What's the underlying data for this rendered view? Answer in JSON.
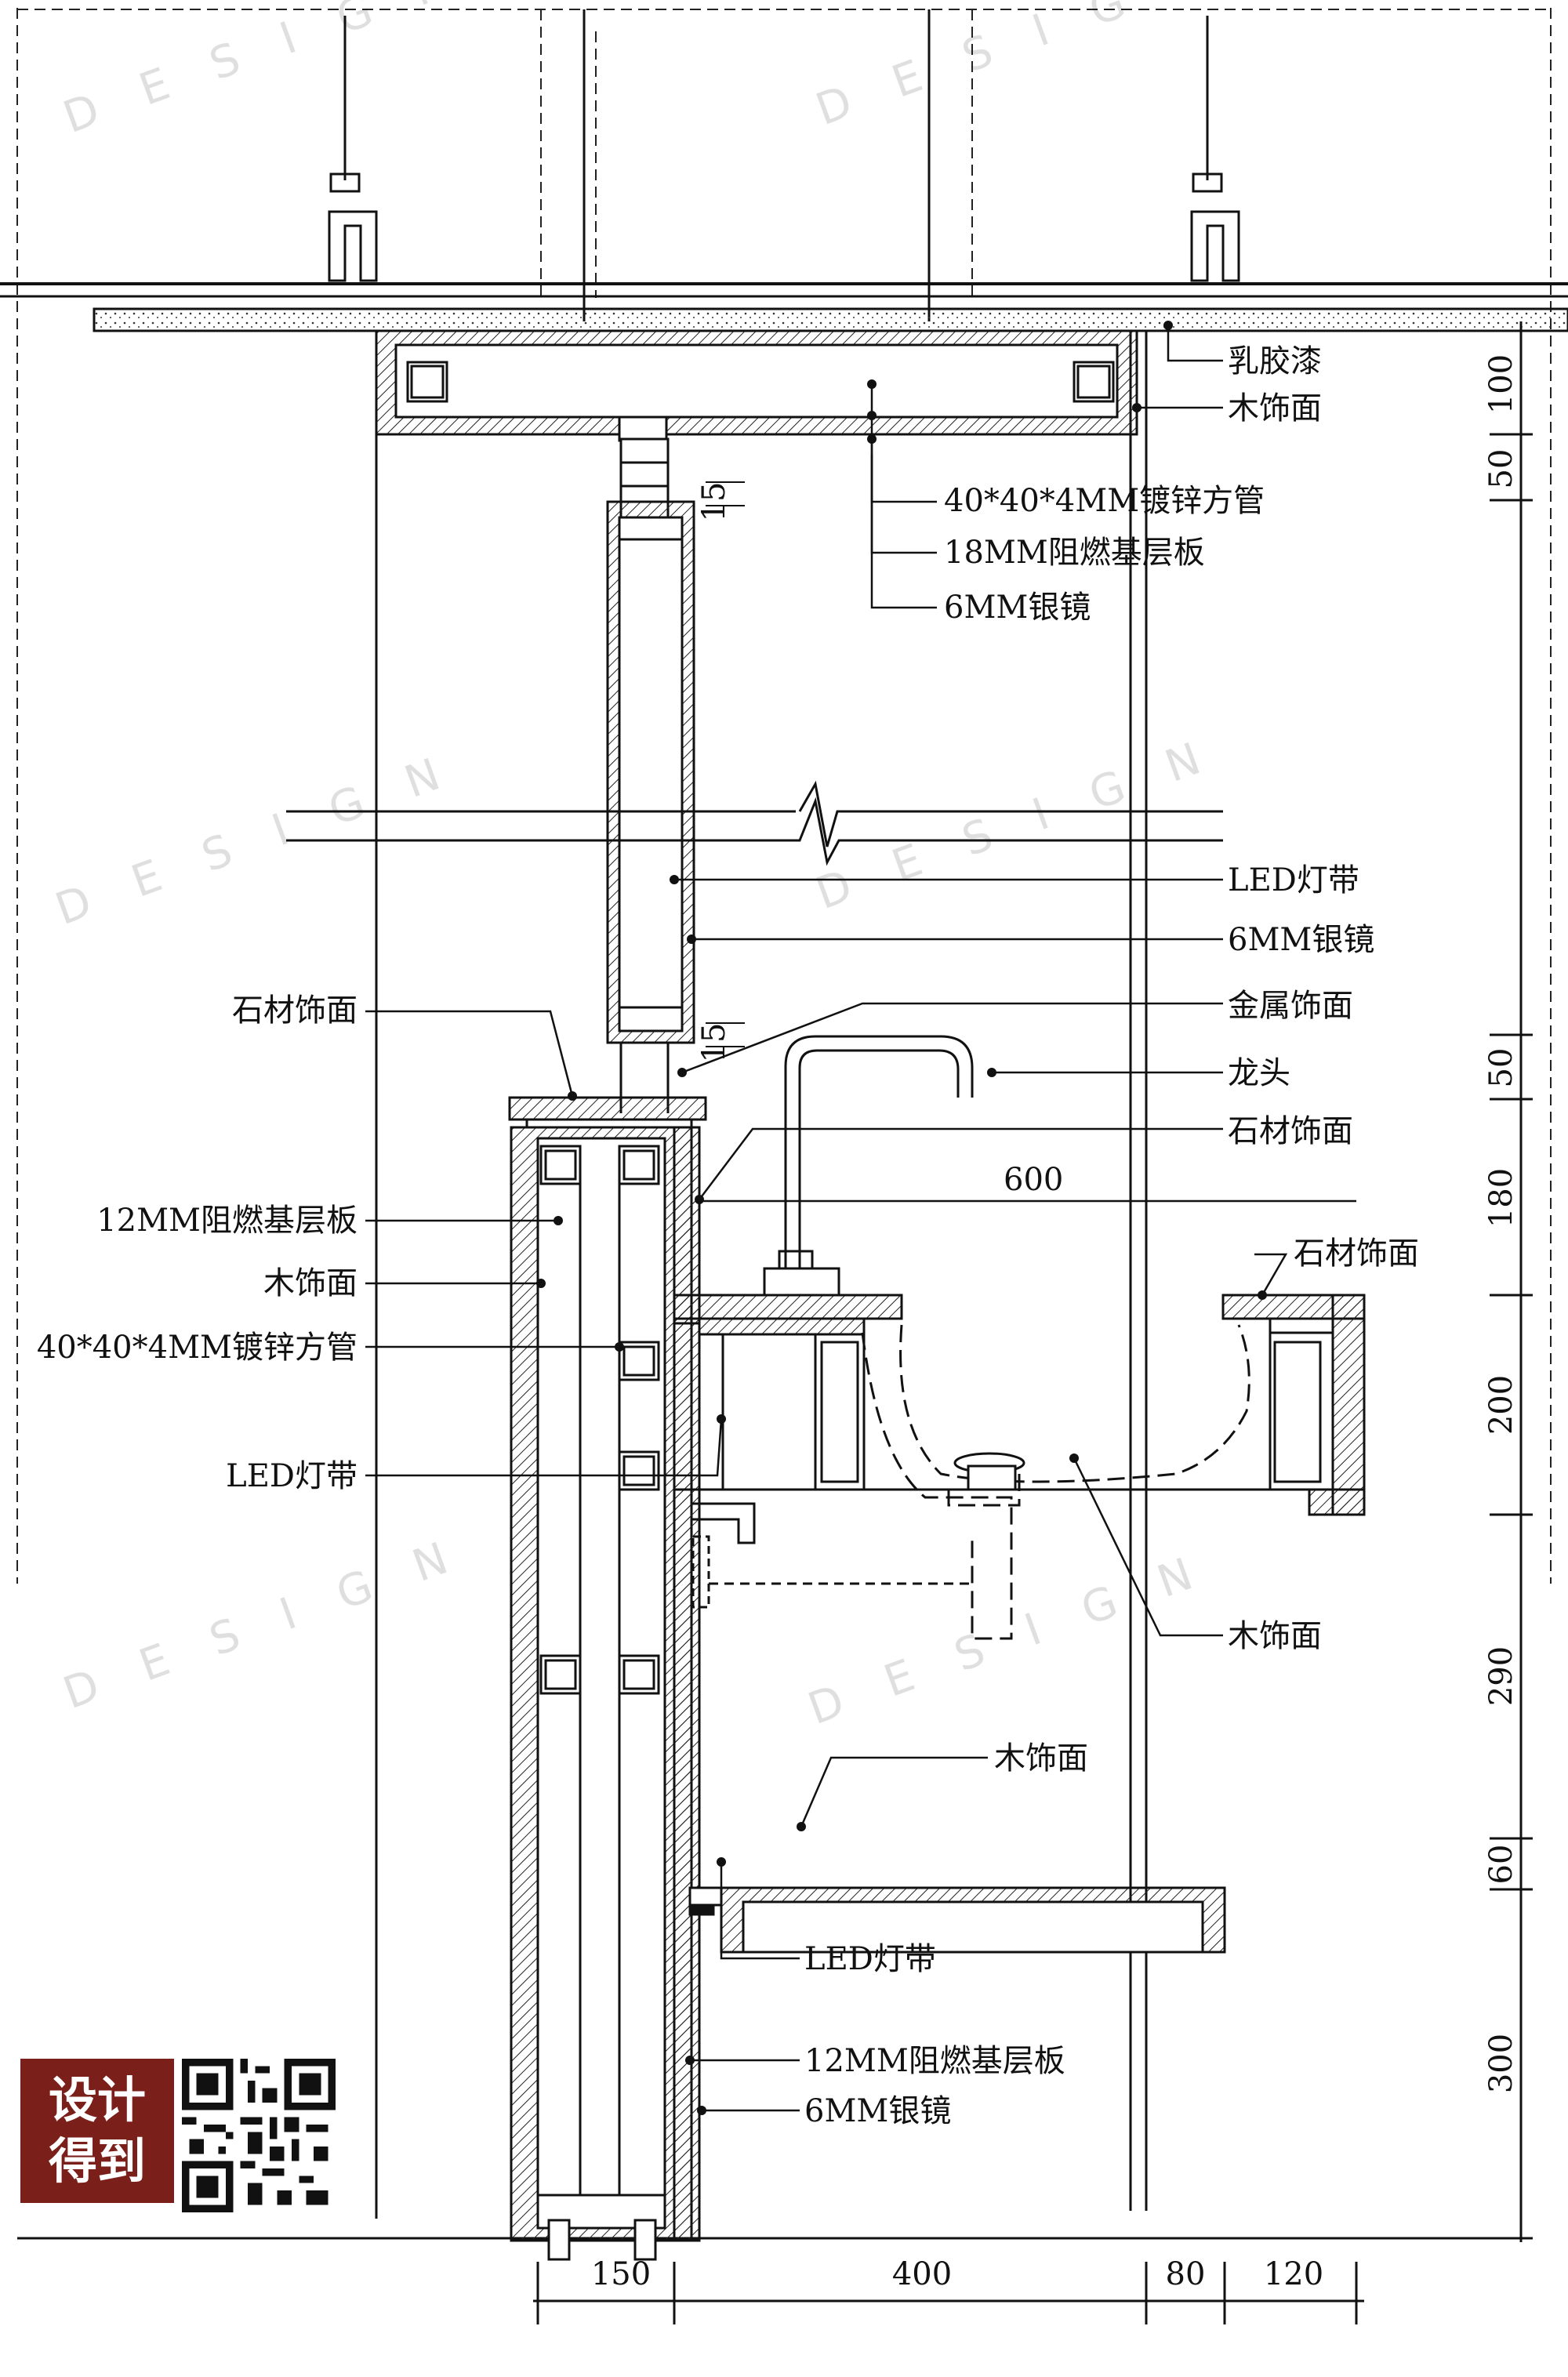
{
  "labels": {
    "latex_paint": "乳胶漆",
    "wood_top": "木饰面",
    "steel_tube_top": "40*40*4MM镀锌方管",
    "fr_board_18": "18MM阻燃基层板",
    "mirror_top": "6MM银镜",
    "led_strip_upper": "LED灯带",
    "mirror_mid": "6MM银镜",
    "metal_finish": "金属饰面",
    "faucet": "龙头",
    "stone_finish_mid": "石材饰面",
    "stone_finish_left": "石材饰面",
    "fr_board_12_left": "12MM阻燃基层板",
    "wood_left": "木饰面",
    "steel_tube_left": "40*40*4MM镀锌方管",
    "led_strip_left": "LED灯带",
    "stone_finish_right": "石材饰面",
    "wood_basin": "木饰面",
    "wood_cabinet": "木饰面",
    "led_strip_lower": "LED灯带",
    "fr_board_12_bottom": "12MM阻燃基层板",
    "mirror_bottom": "6MM银镜",
    "dim_600": "600"
  },
  "dims_vertical": {
    "d100": "100",
    "d50_top": "50",
    "d15_a": "15",
    "d15_b": "15",
    "d50_mid": "50",
    "d180": "180",
    "d200": "200",
    "d290": "290",
    "d60": "60",
    "d300": "300"
  },
  "dims_horizontal": {
    "d150": "150",
    "d400": "400",
    "d80": "80",
    "d120": "120"
  },
  "watermark": "DESIGN",
  "badge": {
    "line1": "设计",
    "line2": "得到"
  },
  "colors": {
    "ink": "#111111",
    "badge": "#7a1f1a",
    "watermark": "#d8d8d8"
  }
}
